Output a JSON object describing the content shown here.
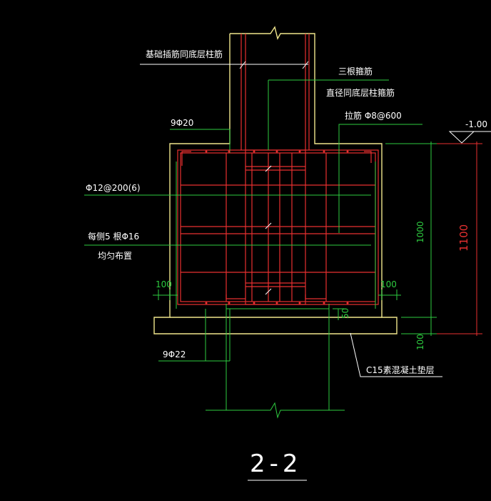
{
  "labels": {
    "foundation_bars": "基础插筋同底层柱筋",
    "three_stirrups_line1": "三根箍筋",
    "three_stirrups_line2": "直径同底层柱箍筋",
    "tie_bar": "拉筋 Φ8@600",
    "top_bars": "9Φ20",
    "mesh_bars": "Φ12@200(6)",
    "side_bars_line1": "每侧5 根Φ16",
    "side_bars_line2": "均匀布置",
    "bottom_bars": "9Φ22",
    "cushion": "C15素混凝土垫层",
    "elevation": "-1.00"
  },
  "dimensions": {
    "left_cover": "100",
    "right_cover": "100",
    "depth_inner": "1000",
    "depth_total": "1100",
    "cushion_thickness": "100",
    "bottom_cover": "50"
  },
  "section_title": "2-2",
  "colors": {
    "background": "#000000",
    "concrete_outline": "#f0e68c",
    "rebar": "#e83030",
    "annotation": "#2ecc40",
    "leader_text": "#ffffff"
  }
}
